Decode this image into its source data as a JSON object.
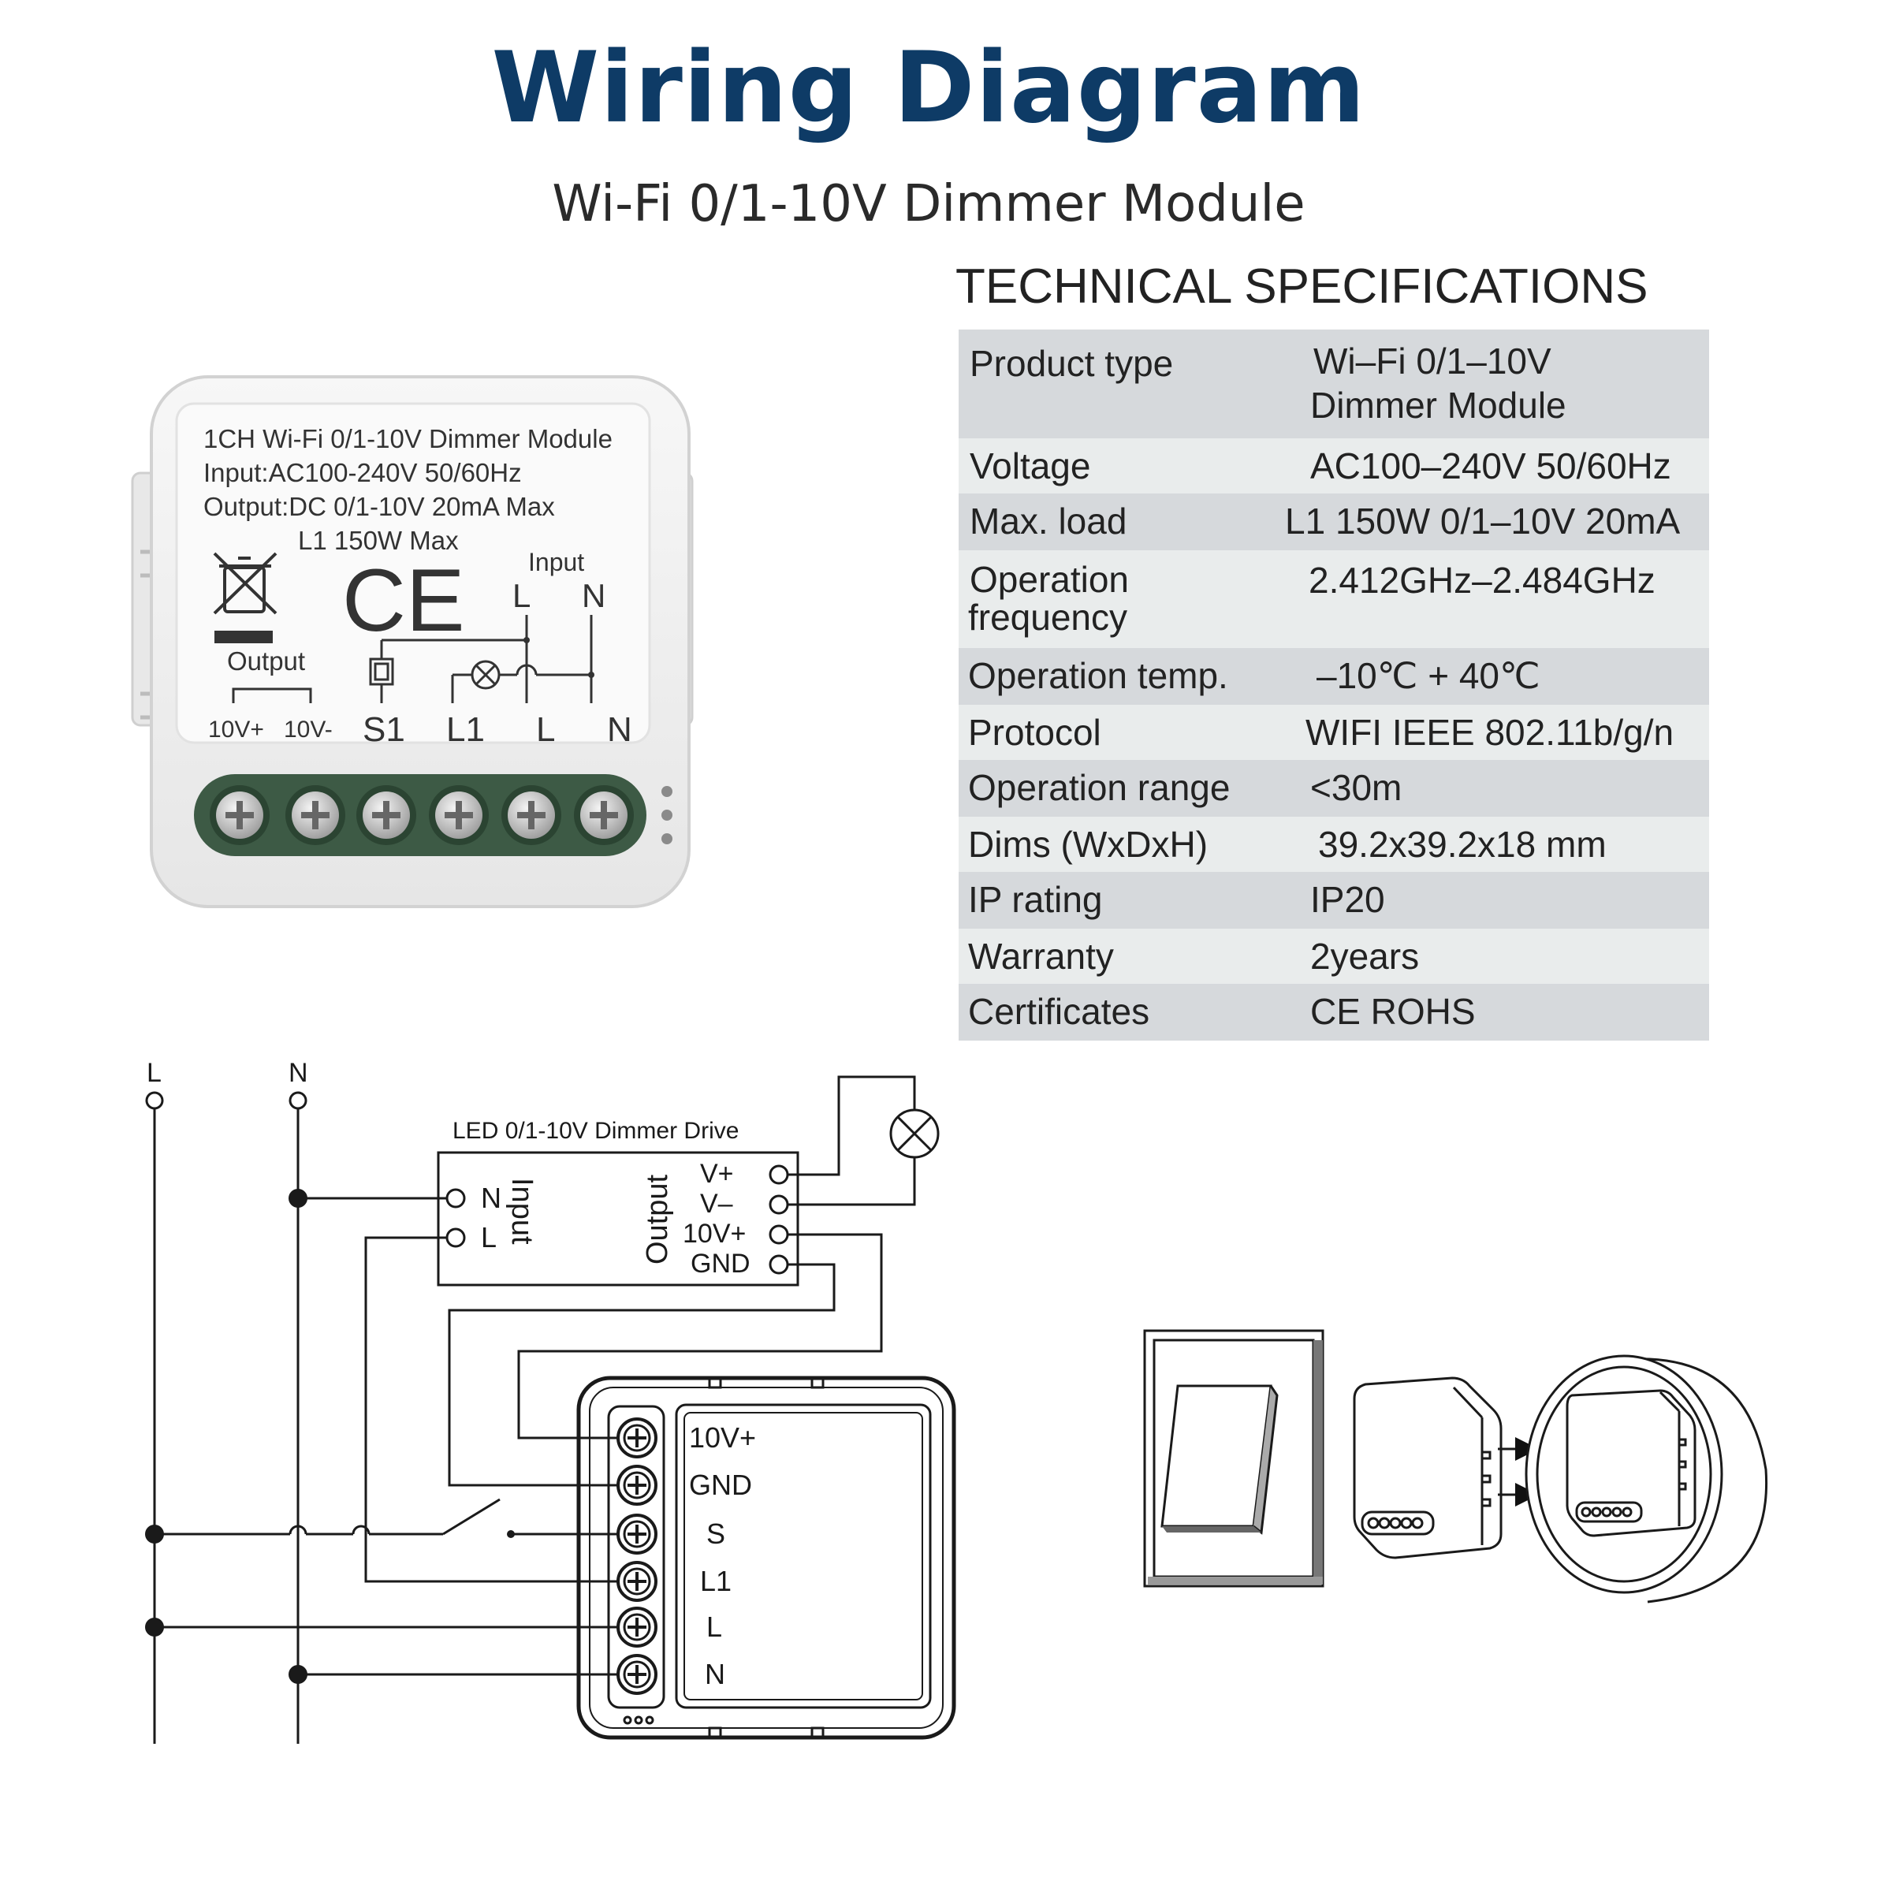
{
  "header": {
    "title": "Wiring Diagram",
    "subtitle": "Wi-Fi 0/1-10V Dimmer Module"
  },
  "specs": {
    "title": "TECHNICAL SPECIFICATIONS",
    "rows": [
      {
        "key": "Product type",
        "value": "Wi–Fi 0/1–10V",
        "value2": "Dimmer Module"
      },
      {
        "key": "Voltage",
        "value": "AC100–240V 50/60Hz"
      },
      {
        "key": "Max. load",
        "value": "L1 150W  0/1–10V 20mA"
      },
      {
        "key": "Operation",
        "key2": "frequency",
        "value": "2.412GHz–2.484GHz"
      },
      {
        "key": "Operation temp.",
        "value": "–10℃ + 40℃"
      },
      {
        "key": "Protocol",
        "value": "WIFI  IEEE 802.11b/g/n"
      },
      {
        "key": "Operation range",
        "value": "<30m"
      },
      {
        "key": "Dims (WxDxH)",
        "value": "39.2x39.2x18 mm"
      },
      {
        "key": "IP rating",
        "value": "IP20"
      },
      {
        "key": "Warranty",
        "value": "2years"
      },
      {
        "key": "Certificates",
        "value": "CE ROHS"
      }
    ]
  },
  "device": {
    "label_lines": [
      "1CH Wi-Fi 0/1-10V Dimmer Module",
      "Input:AC100-240V 50/60Hz",
      "Output:DC 0/1-10V 20mA Max",
      "L1 150W Max"
    ],
    "ce_mark": "CE",
    "input_label": "Input",
    "input_l": "L",
    "input_n": "N",
    "output_label": "Output",
    "terminals": [
      "10V+",
      "10V-",
      "S1",
      "L1",
      "L",
      "N"
    ]
  },
  "wiring": {
    "line_l": "L",
    "line_n": "N",
    "driver_title": "LED 0/1-10V Dimmer Drive",
    "driver_input_label": "Input",
    "driver_output_label": "Output",
    "driver_in_terms": [
      "N",
      "L"
    ],
    "driver_out_terms": [
      "V+",
      "V–",
      "10V+",
      "GND"
    ],
    "module_terms": [
      "10V+",
      "GND",
      "S",
      "L1",
      "L",
      "N"
    ]
  }
}
